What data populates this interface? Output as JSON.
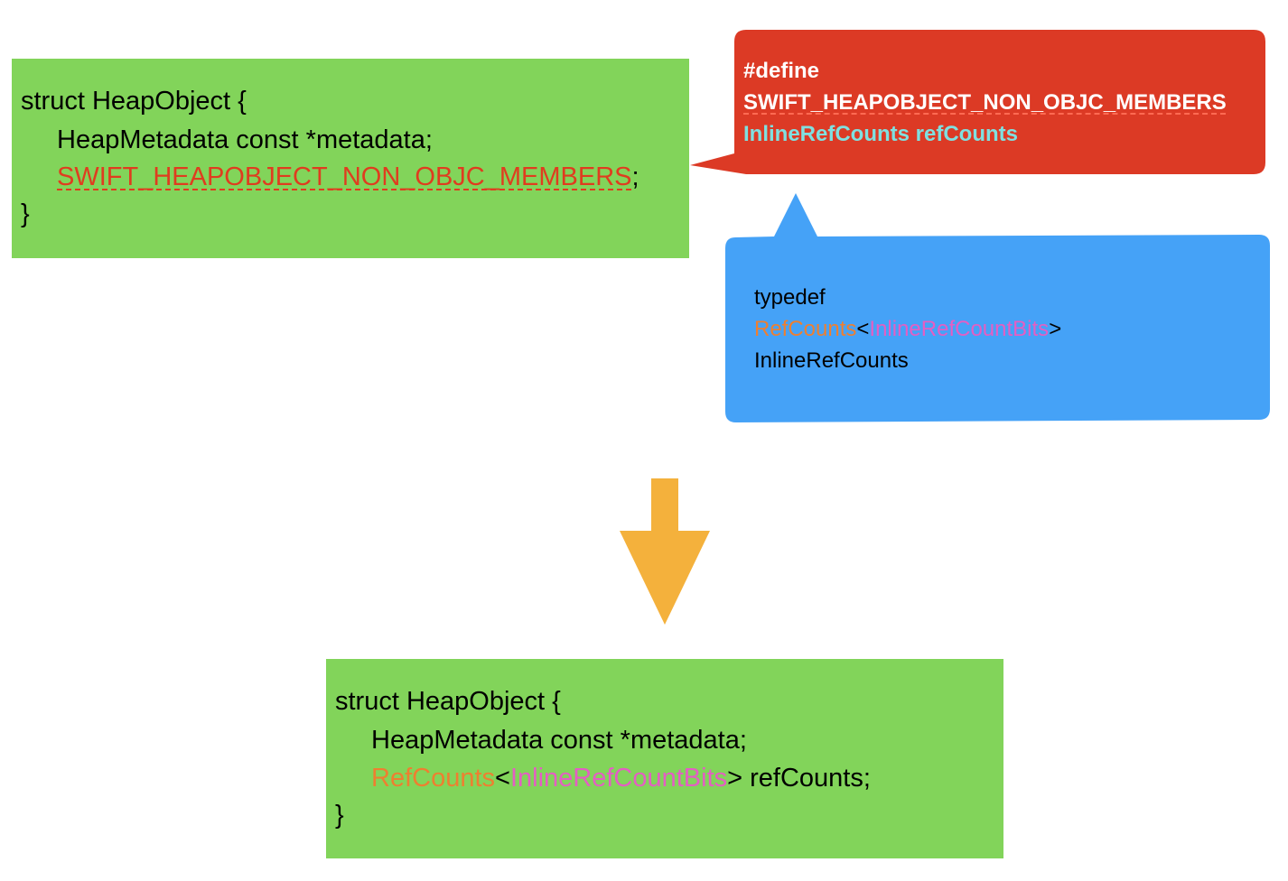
{
  "colors": {
    "code_box_green": "#82d45a",
    "callout_red": "#dc3a25",
    "callout_blue": "#45a2f7",
    "arrow_orange": "#f4b13c",
    "macro_red": "#e03c1f",
    "type_orange": "#ee7f30",
    "type_pink": "#e45ec3",
    "define_cyan": "#7fe0e0"
  },
  "top_code": {
    "line1": "struct HeapObject {",
    "line2": "HeapMetadata const *metadata;",
    "line3_macro": "SWIFT_HEAPOBJECT_NON_OBJC_MEMBERS",
    "line3_suffix": ";",
    "line4": "}"
  },
  "red_callout": {
    "line1": "#define",
    "line2": "SWIFT_HEAPOBJECT_NON_OBJC_MEMBERS",
    "line3": "InlineRefCounts refCounts"
  },
  "blue_callout": {
    "line1": "typedef",
    "line2_type": "RefCounts",
    "line2_lt": "<",
    "line2_param": "InlineRefCountBits",
    "line2_gt": ">",
    "line3": "InlineRefCounts"
  },
  "arrow": {
    "icon": "down-arrow-icon"
  },
  "bottom_code": {
    "line1": "struct HeapObject {",
    "line2": "HeapMetadata const *metadata;",
    "line3_type": "RefCounts",
    "line3_lt": "<",
    "line3_param": "InlineRefCountBits",
    "line3_rest": "> refCounts;",
    "line4": "}"
  }
}
